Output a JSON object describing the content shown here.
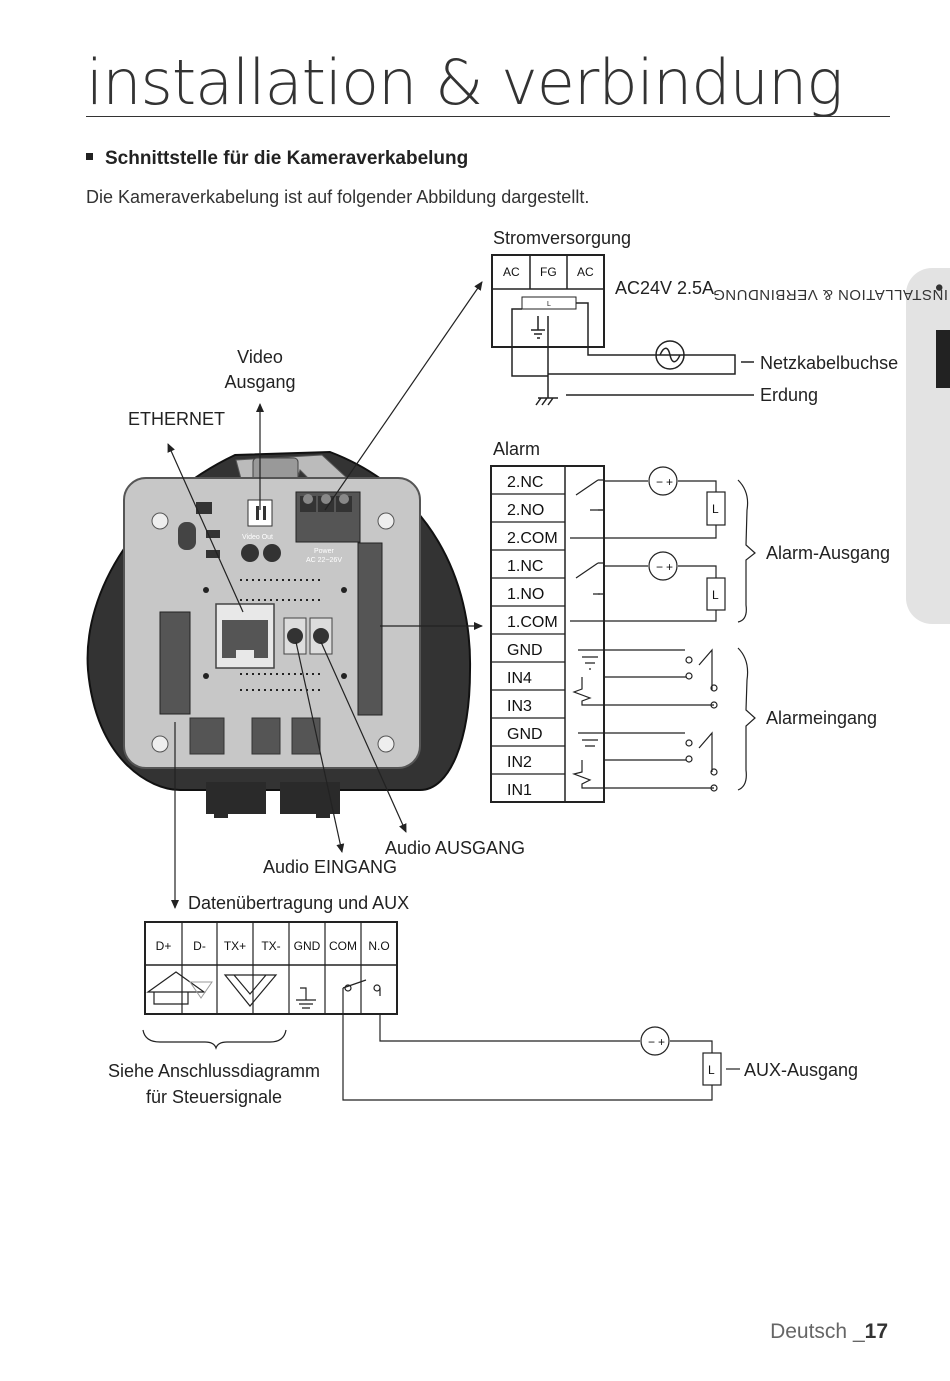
{
  "header": {
    "title": "installation & verbindung",
    "section_heading": "Schnittstelle für die Kameraverkabelung",
    "intro": "Die Kameraverkabelung ist auf folgender Abbildung dargestellt."
  },
  "side_tab": {
    "label": "INSTALLATION & VERBINDUNG"
  },
  "footer": {
    "language": "Deutsch _",
    "page_number": "17"
  },
  "diagram": {
    "power": {
      "title": "Stromversorgung",
      "terminals": [
        "AC",
        "FG",
        "AC"
      ],
      "fuse_label": "L",
      "rating": "AC24V 2.5A",
      "socket_label": "Netzkabelbuchse",
      "ground_label": "Erdung"
    },
    "camera": {
      "video_label_line1": "Video",
      "video_label_line2": "Ausgang",
      "ethernet_label": "ETHERNET",
      "audio_in_label": "Audio EINGANG",
      "audio_out_label": "Audio AUSGANG",
      "data_label": "Datenübertragung und AUX",
      "board_video_out": "Video Out",
      "board_power_line1": "Power",
      "board_power_line2": "AC  22~26V"
    },
    "alarm": {
      "title": "Alarm",
      "terminals": [
        "2.NC",
        "2.NO",
        "2.COM",
        "1.NC",
        "1.NO",
        "1.COM",
        "GND",
        "IN4",
        "IN3",
        "GND",
        "IN2",
        "IN1"
      ],
      "output_label": "Alarm-Ausgang",
      "input_label": "Alarmeingang",
      "load_label": "L"
    },
    "data": {
      "terminals": [
        "D+",
        "D-",
        "TX+",
        "TX-",
        "GND",
        "COM",
        "N.O"
      ],
      "note_line1": "Siehe Anschlussdiagramm",
      "note_line2": "für Steuersignale",
      "aux_label": "AUX-Ausgang",
      "load_label": "L"
    }
  }
}
